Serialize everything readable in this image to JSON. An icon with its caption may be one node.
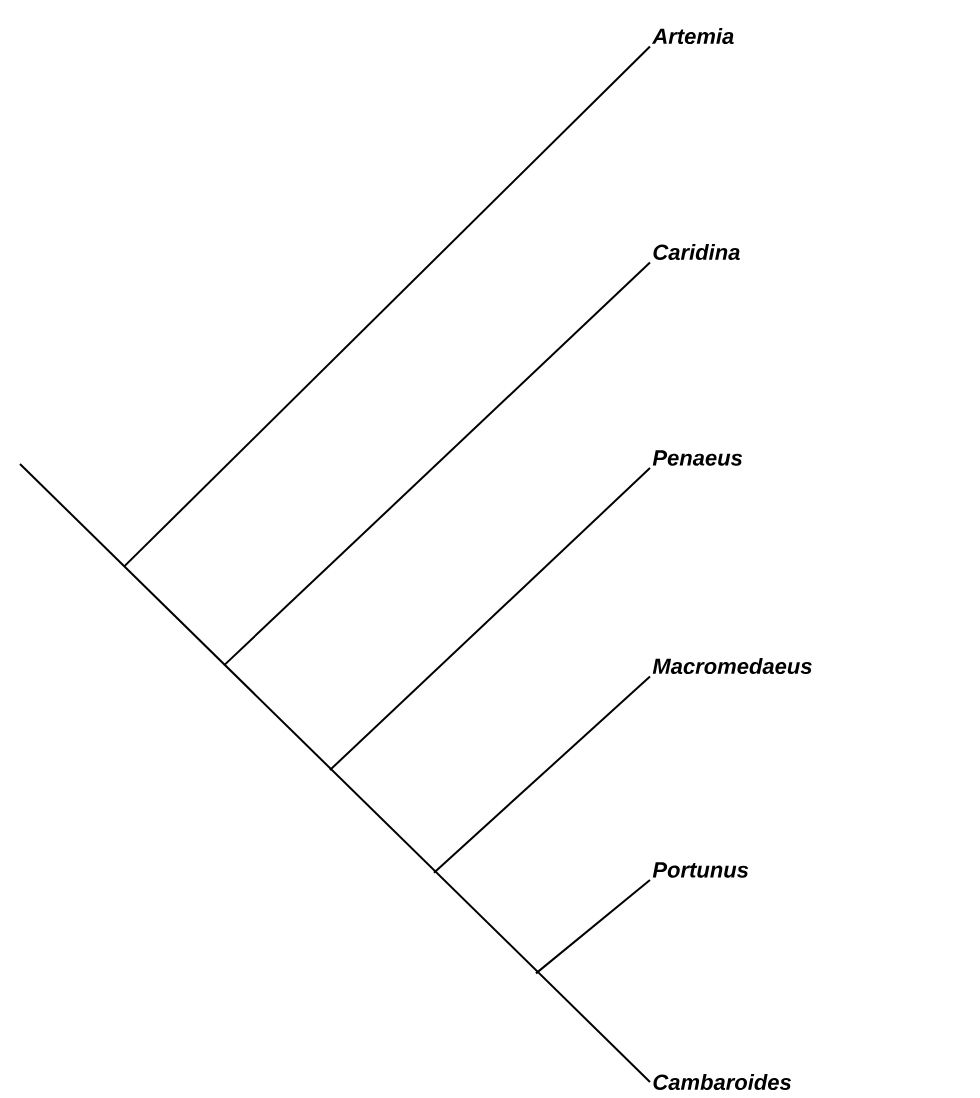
{
  "diagram": {
    "nodes": [
      {
        "text": [
          "*Artemia*"
        ]
      },
      {
        "text": [
          "*Caridina*"
        ]
      },
      {
        "text": [
          "*Penaeus*"
        ]
      },
      {
        "text": [
          "*Macromedaeus*"
        ]
      },
      {
        "text": [
          "*Portunus*"
        ]
      },
      {
        "text": [
          "*Cambaroides*"
        ]
      }
    ],
    "edges": [
      {
        "from": null,
        "to": 0,
        "arrow": "none"
      },
      {
        "from": null,
        "to": 1,
        "arrow": "none"
      },
      {
        "from": null,
        "to": 2,
        "arrow": "none"
      },
      {
        "from": null,
        "to": 3,
        "arrow": "none"
      },
      {
        "from": null,
        "to": 4,
        "arrow": "none"
      },
      {
        "from": null,
        "to": 5,
        "arrow": "none"
      }
    ]
  }
}
